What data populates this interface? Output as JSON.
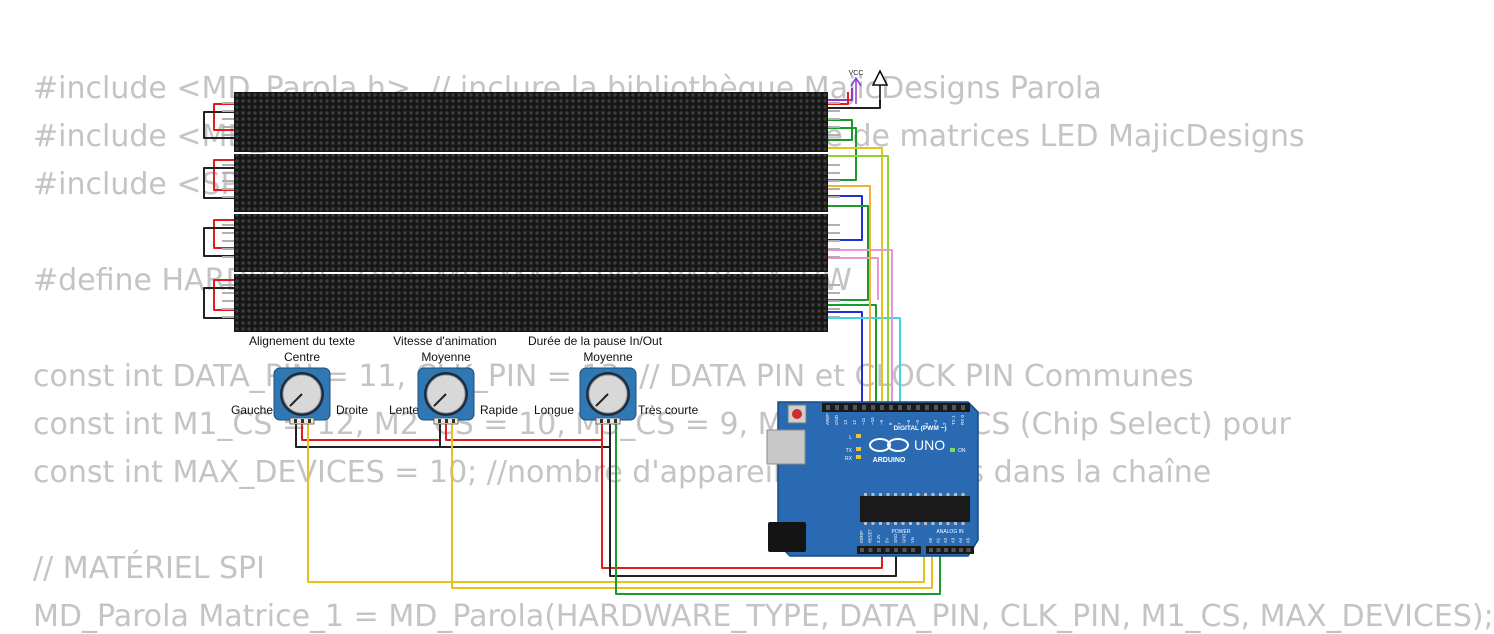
{
  "code_lines": [
    "#include <MD_Parola.h>  // inclure la bibliothèque MajicDesigns Parola",
    "#include <MD_MAX72xx.h>  // inclure la bibliothèque de matrices LED MajicDesigns",
    "#include <SPI.h>  // inclure la bibliothèque SPI",
    "",
    "#define HARDWARE_TYPE MD_MAX72XX::PAROLA_HW",
    "",
    "const int DATA_PIN = 11, CLK_PIN = 13; // DATA PIN et CLOCK PIN Communes",
    "const int M1_CS = 12, M2_CS = 10, M3_CS = 9, M4_CS = 8; // CS (Chip Select) pour",
    "const int MAX_DEVICES = 10; //nombre d'appareils de matrices dans la chaîne",
    "",
    "// MATÉRIEL SPI",
    "MD_Parola Matrice_1 = MD_Parola(HARDWARE_TYPE, DATA_PIN, CLK_PIN, M1_CS, MAX_DEVICES);"
  ],
  "vcc_label": "VCC",
  "potentiometers": [
    {
      "title": "Alignement du texte",
      "value": "Centre",
      "left": "Gauche",
      "right": "Droite",
      "knob_deg": 225
    },
    {
      "title": "Vitesse d'animation",
      "value": "Moyenne",
      "left": "Lente",
      "right": "Rapide",
      "knob_deg": 225
    },
    {
      "title": "Durée de la pause In/Out",
      "value": "Moyenne",
      "left": "Longue",
      "right": "Très courte",
      "knob_deg": 225
    }
  ],
  "arduino": {
    "model": "UNO",
    "brand": "ARDUINO",
    "digital_label": "DIGITAL (PWM ~)",
    "power_label": "POWER",
    "analog_label": "ANALOG IN",
    "on_label": "ON",
    "led_labels": [
      "L",
      "TX",
      "RX"
    ],
    "digital_pins": [
      "AREF",
      "GND",
      "13",
      "12",
      "~11",
      "~10",
      "~9",
      "8",
      "7",
      "~6",
      "~5",
      "4",
      "~3",
      "2",
      "TX 1",
      "RX 0"
    ],
    "power_pins": [
      "IOREF",
      "RESET",
      "3.3V",
      "5V",
      "GND",
      "GND",
      "Vin"
    ],
    "analog_pins": [
      "A0",
      "A1",
      "A2",
      "A3",
      "A4",
      "A5"
    ]
  },
  "colors": {
    "board": "#2a6ab2",
    "matrix": "#161616",
    "code_text": "#c4c4c4",
    "wire_red": "#e01c1c",
    "wire_black": "#222222",
    "wire_green": "#1a9a2a",
    "wire_blue": "#2030d0",
    "wire_yellow": "#e6c21a",
    "wire_lime": "#8ad432",
    "wire_pink": "#e896d8",
    "wire_cyan": "#45d2e0",
    "wire_orange": "#f2b23a",
    "wire_purple": "#8e3cc8",
    "pot_body": "#2f78b4",
    "knob": "#d8d8d8"
  }
}
